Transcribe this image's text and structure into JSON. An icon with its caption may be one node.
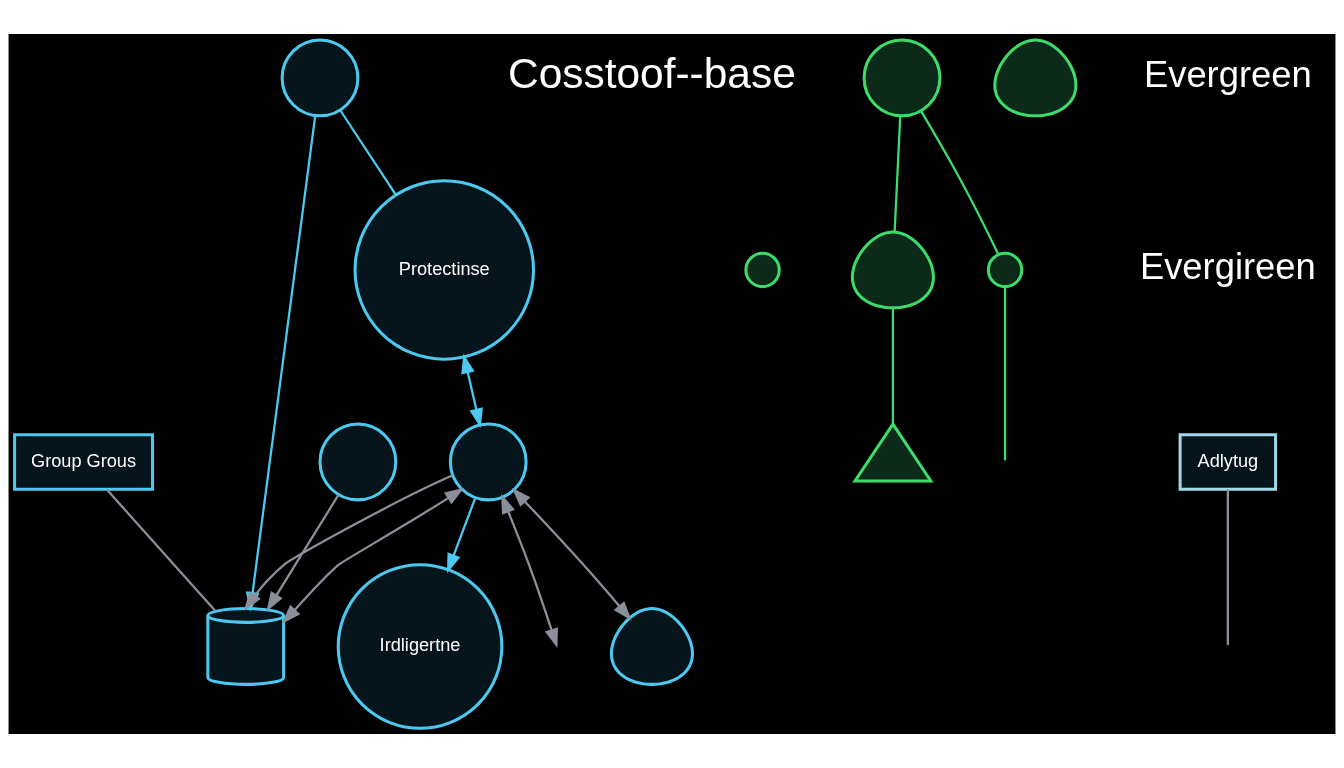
{
  "diagram": {
    "nodes": [
      {
        "text": [],
        "shape": "person"
      },
      {
        "text": [
          "Group Grous"
        ]
      },
      {
        "text": [],
        "shape": "cylinder"
      },
      {
        "text": [],
        "shape": "circle"
      },
      {
        "text": [],
        "shape": "circle"
      },
      {
        "text": [],
        "shape": "circle"
      },
      {
        "text": [
          "Protectinse"
        ]
      },
      {
        "text": [
          "Irdligertne"
        ]
      },
      {
        "text": [],
        "shape": "circle"
      },
      {
        "text": [],
        "shape": "circle"
      },
      {
        "text": [],
        "shape": "person"
      },
      {
        "text": [],
        "shape": "picture"
      },
      {
        "text": [],
        "shape": "person"
      },
      {
        "text": [],
        "shape": "circle"
      },
      {
        "text": [
          "Adlytug"
        ]
      }
    ],
    "edges": [
      {
        "from": 3,
        "to": 2,
        "arrow": "to",
        "color": "#4cc9f0"
      },
      {
        "from": 3,
        "to": 6,
        "arrow": "none",
        "color": "#4cc9f0"
      },
      {
        "from": 1,
        "to": 2,
        "arrow": "none"
      },
      {
        "from": 5,
        "to": 0,
        "arrow": "both"
      },
      {
        "from": 5,
        "to": 2,
        "arrow": "to"
      },
      {
        "from": 2,
        "to": 5,
        "arrow": "both"
      },
      {
        "from": 4,
        "to": 2,
        "arrow": "to"
      },
      {
        "from": 6,
        "to": 5,
        "arrow": "both",
        "color": "#4cc9f0"
      },
      {
        "from": 5,
        "to": 7,
        "arrow": "to",
        "color": "#4cc9f0"
      },
      {
        "from": 5,
        "to": null,
        "arrow": "both"
      },
      {
        "from": 9,
        "to": 10,
        "arrow": "none",
        "color": "#3ddc6a"
      },
      {
        "from": 10,
        "to": 11,
        "arrow": "none",
        "color": "#3ddc6a"
      },
      {
        "from": 9,
        "to": 13,
        "arrow": "none",
        "color": "#3ddc6a"
      },
      {
        "from": 13,
        "to": null,
        "arrow": "none",
        "color": "#3ddc6a"
      },
      {
        "from": 14,
        "to": null,
        "arrow": "none"
      }
    ],
    "labels": [
      "Cosstoof--base",
      "Evergreen",
      "Evergireen"
    ]
  }
}
